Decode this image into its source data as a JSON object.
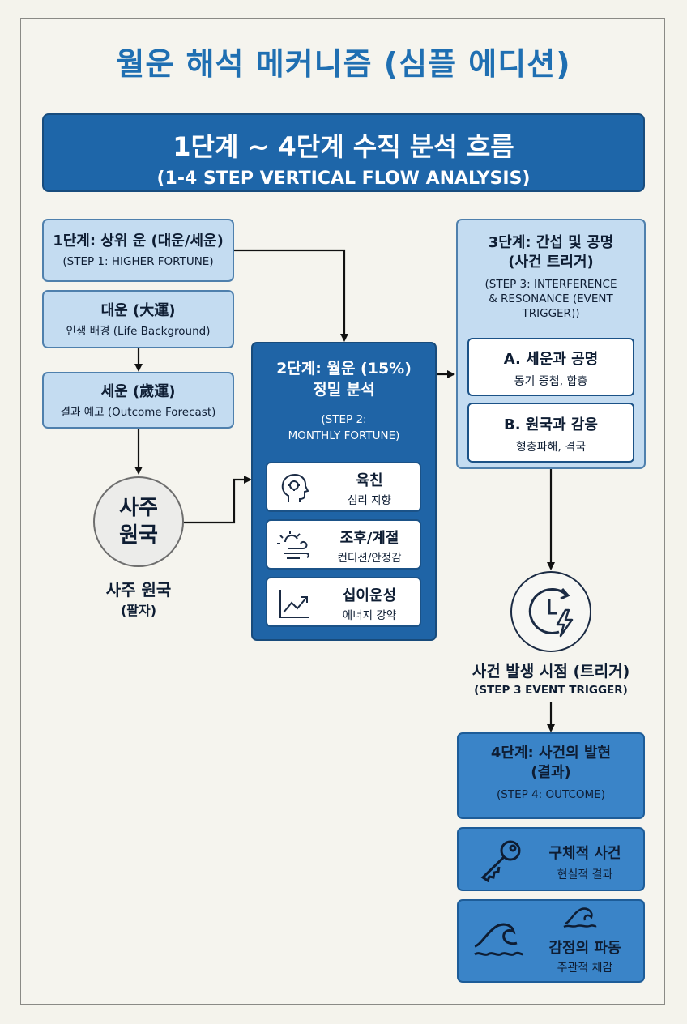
{
  "title": "월운 해석 메커니즘 (심플 에디션)",
  "banner": {
    "line1": "1단계 ~ 4단계 수직 분석 흐름",
    "line2": "(1-4 STEP VERTICAL FLOW ANALYSIS)"
  },
  "step1": {
    "title": "1단계: 상위 운 (대운/세운)",
    "subtitle": "(STEP 1: HIGHER FORTUNE)",
    "daeun": {
      "title": "대운 (大運)",
      "desc": "인생 배경 (Life Background)"
    },
    "seun": {
      "title": "세운 (歲運)",
      "desc": "결과 예고 (Outcome Forecast)"
    }
  },
  "saju": {
    "circle_line1": "사주",
    "circle_line2": "원국",
    "label_line1": "사주 원국",
    "label_line2": "(팔자)"
  },
  "step2": {
    "title_line1": "2단계: 월운 (15%)",
    "title_line2": "정밀 분석",
    "sub_line1": "(STEP 2:",
    "sub_line2": "MONTHLY FORTUNE)",
    "items": [
      {
        "title": "육친",
        "desc": "심리 지향",
        "icon": "head-profile-icon"
      },
      {
        "title": "조후/계절",
        "desc": "컨디션/안정감",
        "icon": "sun-cloud-wind-icon"
      },
      {
        "title": "십이운성",
        "desc": "에너지 강약",
        "icon": "trend-line-icon"
      }
    ]
  },
  "step3": {
    "title_line1": "3단계: 간섭 및 공명",
    "title_line2": "(사건 트리거)",
    "sub_line1": "(STEP 3: INTERFERENCE",
    "sub_line2": "& RESONANCE (EVENT",
    "sub_line3": "TRIGGER))",
    "items": [
      {
        "title": "A. 세운과 공명",
        "desc": "동기 중첩, 합충"
      },
      {
        "title": "B. 원국과 감응",
        "desc": "형충파해, 격국"
      }
    ]
  },
  "trigger": {
    "icon": "clock-lightning-icon",
    "label": "사건 발생 시점 (트리거)",
    "sublabel": "(STEP 3 EVENT TRIGGER)"
  },
  "step4": {
    "title_line1": "4단계: 사건의 발현",
    "title_line2": "(결과)",
    "subtitle": "(STEP 4: OUTCOME)",
    "items": [
      {
        "title": "구체적 사건",
        "desc": "현실적 결과",
        "icon": "key-icon"
      },
      {
        "title": "감정의 파동",
        "desc": "주관적 체감",
        "icon": "wave-icon"
      }
    ]
  },
  "colors": {
    "title": "#1f6fb2",
    "dark_box": "#1f64a6",
    "light_box": "#c4dcf1",
    "background": "#f4f3ec"
  }
}
